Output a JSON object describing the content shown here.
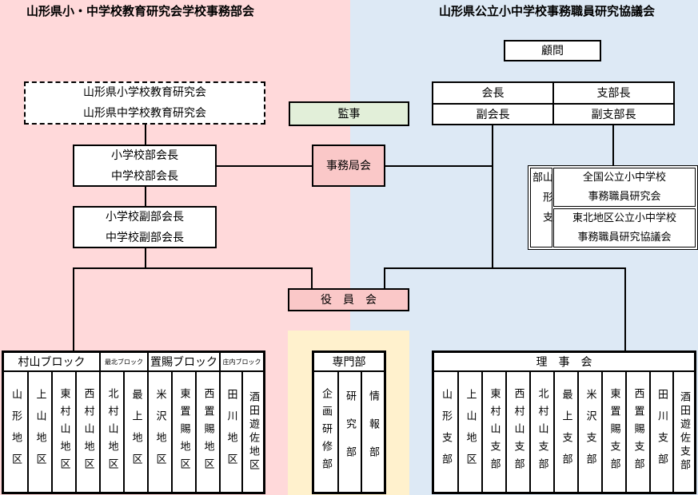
{
  "left": {
    "title": "山形県小・中学校教育研究会学校事務部会",
    "research_box": [
      "山形県小学校教育研究会",
      "山形県中学校教育研究会"
    ],
    "heads": [
      "小学校部会長",
      "中学校部会長"
    ],
    "vice_heads": [
      "小学校副部会長",
      "中学校副部会長"
    ],
    "blocks": [
      {
        "label": "村山ブロック",
        "size": "normal",
        "districts": [
          "山形地区",
          "上山地区",
          "東村山地区",
          "西村山地区"
        ]
      },
      {
        "label": "最北ブロック",
        "size": "tiny",
        "districts": [
          "北村山地区",
          "最上地区"
        ]
      },
      {
        "label": "置賜ブロック",
        "size": "normal",
        "districts": [
          "米沢地区",
          "東置賜地区",
          "西置賜地区"
        ]
      },
      {
        "label": "庄内ブロック",
        "size": "tiny",
        "districts": [
          "田川地区",
          "酒田遊佐地区"
        ]
      }
    ]
  },
  "right": {
    "title": "山形県公立小中学校事務職員研究協議会",
    "advisor": "顧問",
    "officers": {
      "a": "会長",
      "b": "支部長",
      "c": "副会長",
      "d": "副支部長"
    },
    "branch": {
      "label": "山形支部",
      "orgs": [
        [
          "全国公立小中学校",
          "事務職員研究会"
        ],
        [
          "東北地区公立小中学校",
          "事務職員研究協議会"
        ]
      ]
    },
    "board": {
      "label": "理　事　会",
      "branches": [
        "山形支部",
        "上山地区",
        "東村山支部",
        "西村山支部",
        "北村山支部",
        "最上支部",
        "米沢支部",
        "東置賜支部",
        "西置賜支部",
        "田川支部",
        "酒田遊佐支部"
      ]
    }
  },
  "center": {
    "auditor": "監事",
    "secretariat": "事務局会",
    "officers_meeting": "役　員　会",
    "specialist": {
      "label": "専門部",
      "units": [
        "企画研修部",
        "研究部",
        "情報部"
      ]
    }
  },
  "colors": {
    "pink_bg": "#ffd9da",
    "blue_bg": "#dde9f5",
    "yellow_bg": "#fff1cd",
    "pink_box": "#fac8c8",
    "green_box": "#e2efd9"
  }
}
